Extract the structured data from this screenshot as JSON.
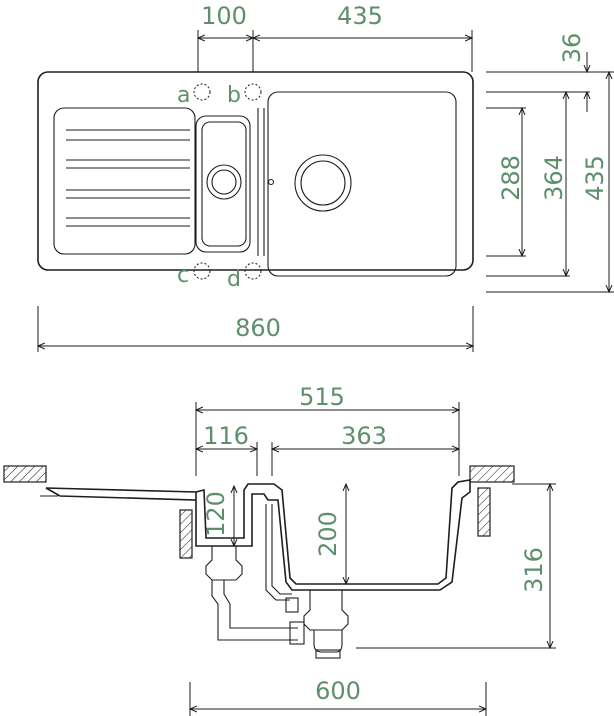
{
  "top_view": {
    "dimensions": {
      "tap_offset": "100",
      "bowl_width": "435",
      "rim_top": "36",
      "bowl_depth_inner": "288",
      "bowl_depth": "364",
      "overall_depth": "435",
      "overall_width": "860"
    },
    "tap_holes": [
      "a",
      "b",
      "c",
      "d"
    ]
  },
  "section_view": {
    "dimensions": {
      "bowls_span": "515",
      "small_bowl_width": "116",
      "main_bowl_width": "363",
      "small_bowl_depth": "120",
      "main_bowl_depth": "200",
      "total_depth": "316",
      "cabinet_width": "600"
    }
  },
  "colors": {
    "dimension_text": "#5e8f6c",
    "line": "#1e1e1e"
  }
}
